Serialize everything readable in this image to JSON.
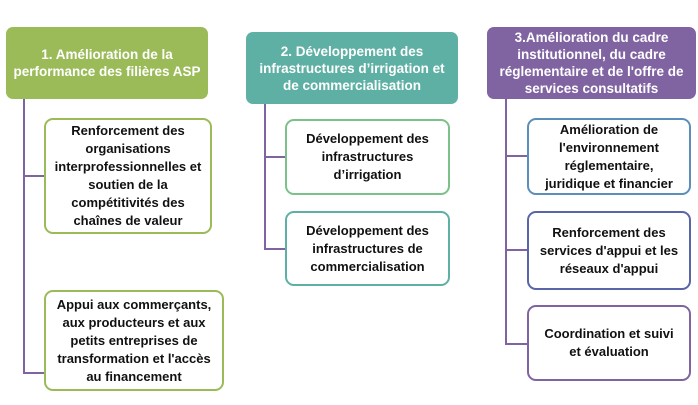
{
  "columns": [
    {
      "title": "1. Amélioration de la performance des filières ASP",
      "color": "#9bbb59",
      "items": [
        "Renforcement  des organisations interprofessionnelles et soutien de la compétitivités des chaînes de valeur",
        "Appui aux commerçants, aux producteurs et aux petits entreprises de transformation et l'accès au financement"
      ]
    },
    {
      "title": "2. Développement des infrastructures d’irrigation et de commercialisation",
      "color": "#5fb0a4",
      "items": [
        "Développement des infrastructures d’irrigation",
        "Développement des infrastructures de commercialisation"
      ]
    },
    {
      "title": "3.Amélioration du cadre institutionnel, du cadre réglementaire et de l'offre de services consultatifs",
      "color": "#8064a2",
      "items": [
        "Amélioration de l'environnement réglementaire, juridique et financier",
        "Renforcement des services d'appui et les réseaux d'appui",
        "Coordination et suivi et évaluation"
      ]
    }
  ]
}
